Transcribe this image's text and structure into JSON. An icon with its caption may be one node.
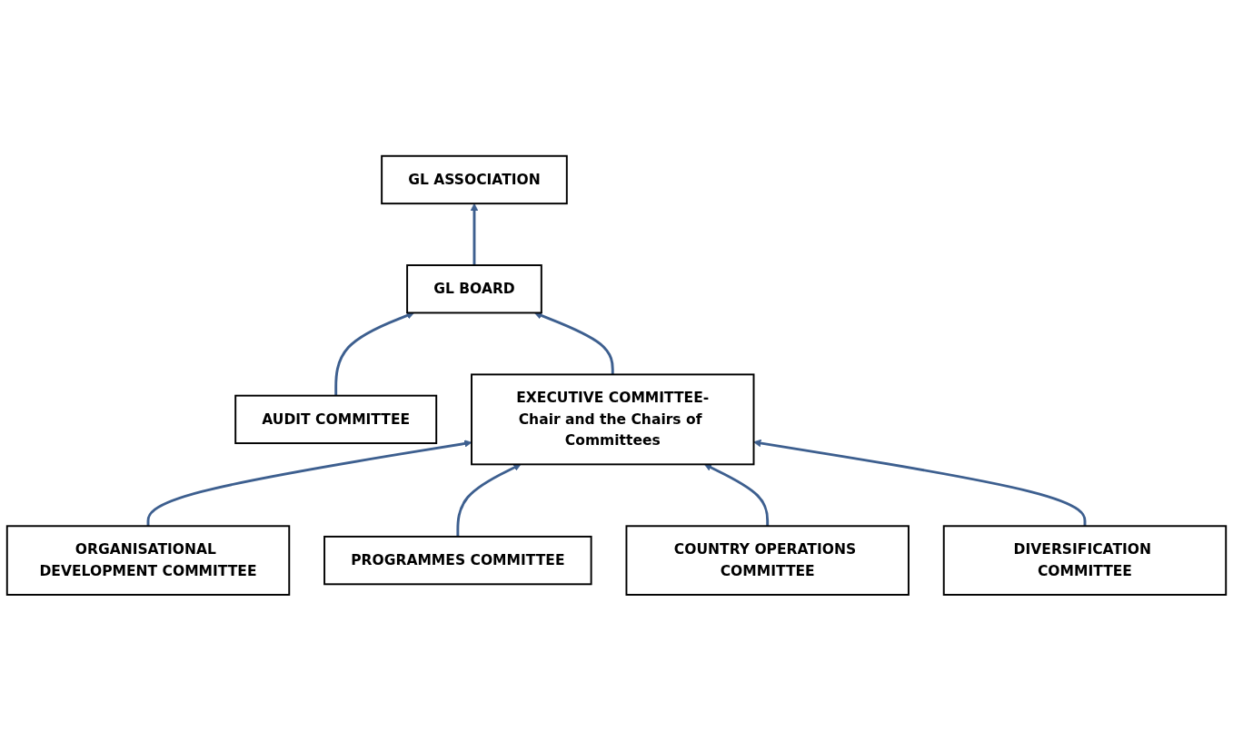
{
  "diagram": {
    "nodes": [
      {
        "text": [
          "GL ASSOCIATION"
        ]
      },
      {
        "text": [
          "GL BOARD"
        ]
      },
      {
        "text": [
          "AUDIT COMMITTEE"
        ]
      },
      {
        "text": [
          "EXECUTIVE COMMITTEE-",
          "Chair and the Chairs of Committees"
        ]
      },
      {
        "text": [
          "ORGANISATIONAL DEVELOPMENT COMMITTEE"
        ]
      },
      {
        "text": [
          "PROGRAMMES COMMITTEE"
        ]
      },
      {
        "text": [
          "COUNTRY OPERATIONS COMMITTEE"
        ]
      },
      {
        "text": [
          "DIVERSIFICATION COMMITTEE"
        ]
      }
    ],
    "edges": [
      {
        "from": 1,
        "to": 0,
        "arrow": "to"
      },
      {
        "from": 2,
        "to": 1,
        "arrow": "to"
      },
      {
        "from": 3,
        "to": 1,
        "arrow": "to"
      },
      {
        "from": 4,
        "to": 3,
        "arrow": "to"
      },
      {
        "from": 5,
        "to": 3,
        "arrow": "to"
      },
      {
        "from": 6,
        "to": 3,
        "arrow": "to"
      },
      {
        "from": 7,
        "to": 3,
        "arrow": "to"
      }
    ]
  }
}
